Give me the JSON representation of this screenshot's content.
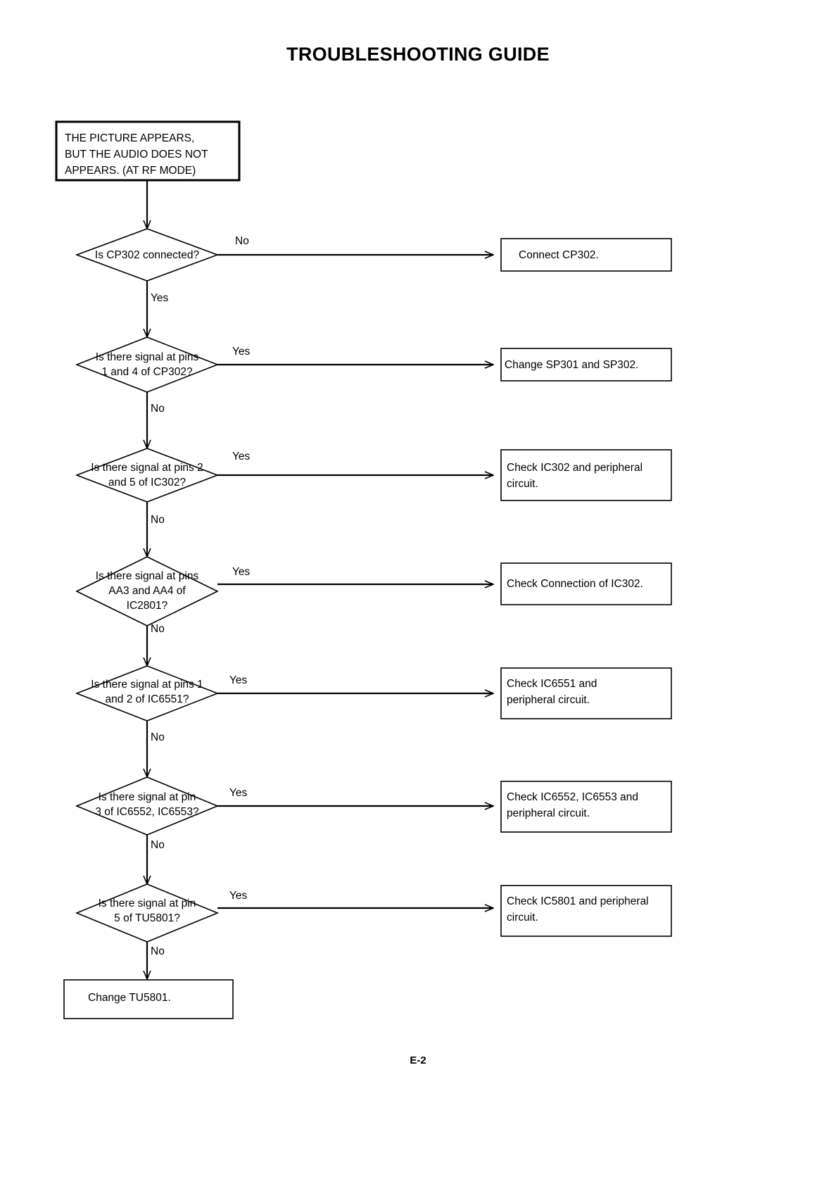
{
  "page": {
    "title": "TROUBLESHOOTING GUIDE",
    "footer": "E-2"
  },
  "flow": {
    "start": {
      "label": "THE PICTURE APPEARS,\nBUT THE AUDIO DOES NOT\nAPPEARS. (AT RF MODE)"
    },
    "steps": [
      {
        "question": "Is CP302 connected?",
        "branch_label": "No",
        "down_label": "Yes",
        "action": "Connect CP302."
      },
      {
        "question": "Is there signal at pins\n1 and 4 of CP302?",
        "branch_label": "Yes",
        "down_label": "No",
        "action": "Change SP301 and SP302."
      },
      {
        "question": "Is there signal at pins 2\nand 5 of IC302?",
        "branch_label": "Yes",
        "down_label": "No",
        "action": "Check IC302 and peripheral\ncircuit."
      },
      {
        "question": "Is there signal at pins\nAA3 and AA4 of\nIC2801?",
        "branch_label": "Yes",
        "down_label": "No",
        "action": "Check Connection of  IC302."
      },
      {
        "question": "Is there signal at pins 1\nand 2 of IC6551?",
        "branch_label": "Yes",
        "down_label": "No",
        "action": "Check IC6551 and\nperipheral circuit."
      },
      {
        "question": "Is there signal at pin\n3 of IC6552, IC6553?",
        "branch_label": "Yes",
        "down_label": "No",
        "action": "Check IC6552, IC6553 and\nperipheral circuit."
      },
      {
        "question": "Is there signal at pin\n5 of TU5801?",
        "branch_label": "Yes",
        "down_label": "No",
        "action": "Check IC5801 and peripheral\ncircuit."
      }
    ],
    "end": {
      "label": "Change TU5801."
    }
  },
  "colors": {
    "stroke": "#000000",
    "background": "#ffffff",
    "text": "#000000"
  }
}
